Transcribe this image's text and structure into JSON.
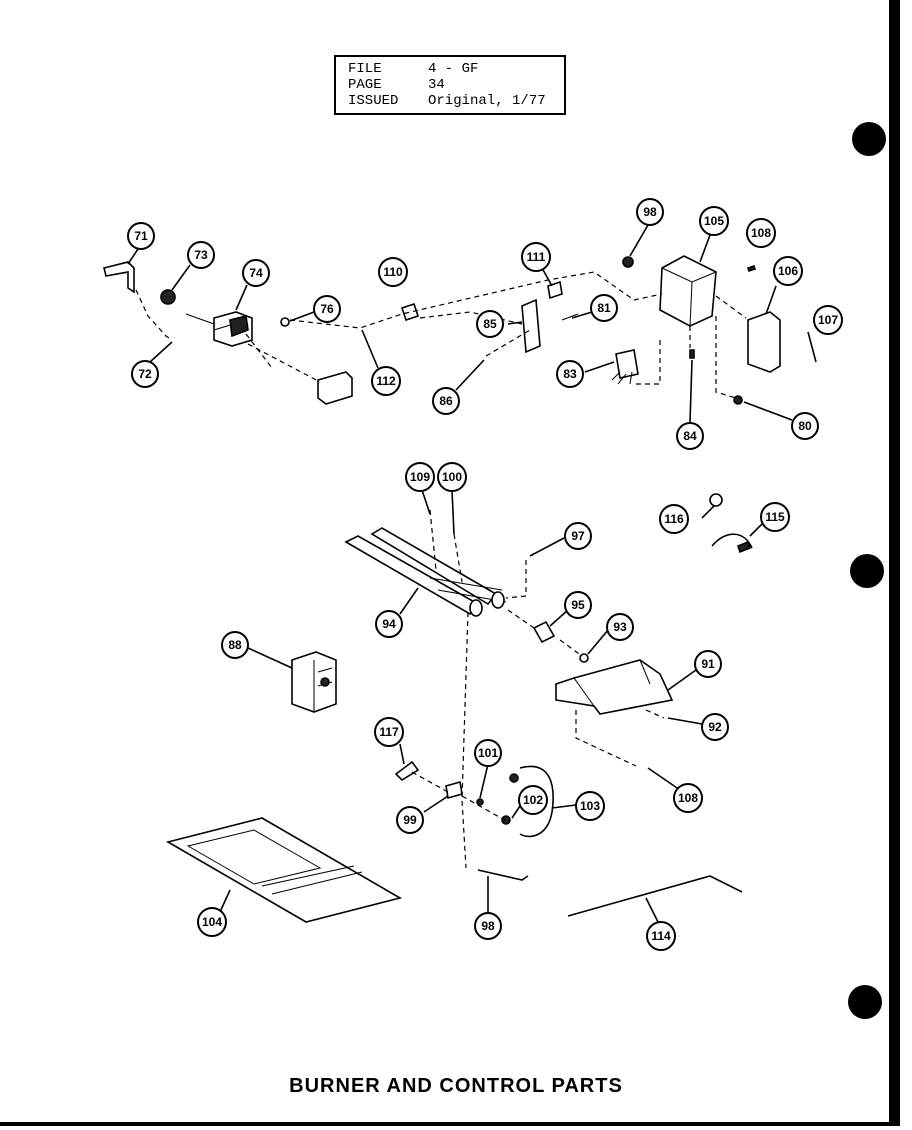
{
  "header": {
    "file_label": "FILE",
    "file_value": "4 - GF",
    "page_label": "PAGE",
    "page_value": "34",
    "issued_label": "ISSUED",
    "issued_value": "Original, 1/77"
  },
  "title": "BURNER AND CONTROL PARTS",
  "callouts": [
    "71",
    "72",
    "73",
    "74",
    "76",
    "110",
    "112",
    "111",
    "85",
    "81",
    "86",
    "83",
    "84",
    "98",
    "105",
    "107",
    "106",
    "108",
    "80",
    "109",
    "100",
    "97",
    "116",
    "115",
    "94",
    "95",
    "93",
    "91",
    "92",
    "88",
    "117",
    "101",
    "102",
    "103",
    "99",
    "108",
    "104",
    "98",
    "114"
  ]
}
